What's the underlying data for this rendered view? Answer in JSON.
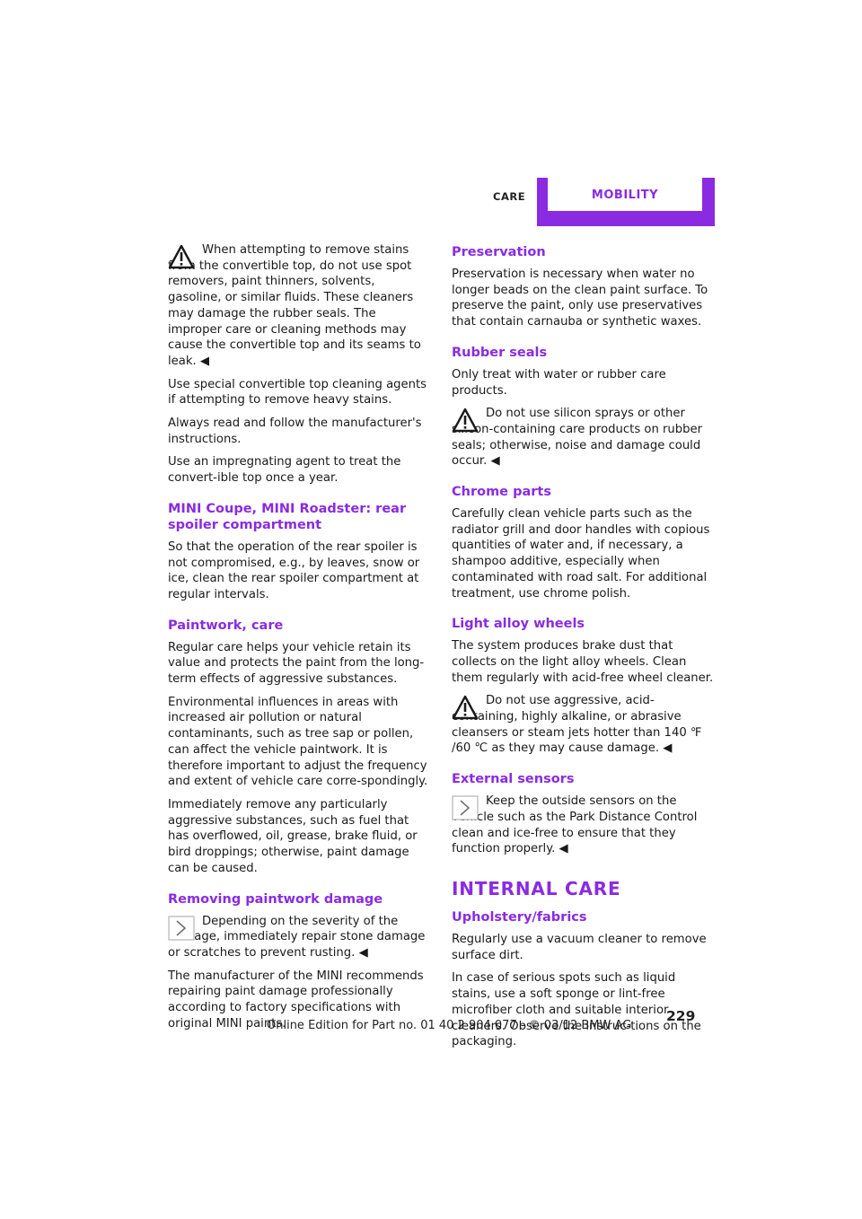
{
  "header": {
    "section": "CARE",
    "tab": "MOBILITY"
  },
  "colors": {
    "accent": "#8a2be2"
  },
  "left": {
    "note1": "When attempting to remove stains from the convertible top, do not use spot removers, paint thinners, solvents, gasoline, or similar fluids. These cleaners may damage the rubber seals. The improper care or cleaning methods may cause the convertible top and its seams to leak.",
    "p1": "Use special convertible top cleaning agents if attempting to remove heavy stains.",
    "p2": "Always read and follow the manufacturer's instructions.",
    "p3": "Use an impregnating agent to treat the convert-ible top once a year.",
    "h_spoiler": "MINI Coupe, MINI Roadster: rear spoiler compartment",
    "p_spoiler": "So that the operation of the rear spoiler is not compromised, e.g., by leaves, snow or ice, clean the rear spoiler compartment at regular intervals.",
    "h_paint": "Paintwork, care",
    "p_paint1": "Regular care helps your vehicle retain its value and protects the paint from the long-term effects of aggressive substances.",
    "p_paint2": "Environmental influences in areas with increased air pollution or natural contaminants, such as tree sap or pollen, can affect the vehicle paintwork. It is therefore important to adjust the frequency and extent of vehicle care corre-spondingly.",
    "p_paint3": "Immediately remove any particularly aggressive substances, such as fuel that has overflowed, oil, grease, brake fluid, or bird droppings; otherwise, paint damage can be caused.",
    "h_remove": "Removing paintwork damage",
    "note_remove": "Depending on the severity of the damage, immediately repair stone damage or scratches to prevent rusting.",
    "p_remove": "The manufacturer of the MINI recommends repairing paint damage professionally according to factory specifications with original MINI paints."
  },
  "right": {
    "h_pres": "Preservation",
    "p_pres": "Preservation is necessary when water no longer beads on the clean paint surface. To preserve the paint, only use preservatives that contain carnauba or synthetic waxes.",
    "h_rubber": "Rubber seals",
    "p_rubber": "Only treat with water or rubber care products.",
    "note_rubber": "Do not use silicon sprays or other silicon-containing care products on rubber seals; otherwise, noise and damage could occur.",
    "h_chrome": "Chrome parts",
    "p_chrome": "Carefully clean vehicle parts such as the radiator grill and door handles with copious quantities of water and, if necessary, a shampoo additive, especially when contaminated with road salt. For additional treatment, use chrome polish.",
    "h_alloy": "Light alloy wheels",
    "p_alloy": "The system produces brake dust that collects on the light alloy wheels. Clean them regularly with acid-free wheel cleaner.",
    "note_alloy": "Do not use aggressive, acid-containing, highly alkaline, or abrasive cleansers or steam jets hotter than 140 ℉ /60 ℃ as they may cause damage.",
    "h_sensors": "External sensors",
    "note_sensors": "Keep the outside sensors on the vehicle such as the Park Distance Control clean and ice-free to ensure that they function properly.",
    "h_internal": "INTERNAL CARE",
    "h_uph": "Upholstery/fabrics",
    "p_uph1": "Regularly use a vacuum cleaner to remove surface dirt.",
    "p_uph2": "In case of serious spots such as liquid stains, use a soft sponge or lint-free microfiber cloth and suitable interior cleaners. Observe the instruc-tions on the packaging."
  },
  "endmark": "◀",
  "page_number": "229",
  "footer": "Online Edition for Part no. 01 40 2 904 077 - © 03/12 BMW AG"
}
